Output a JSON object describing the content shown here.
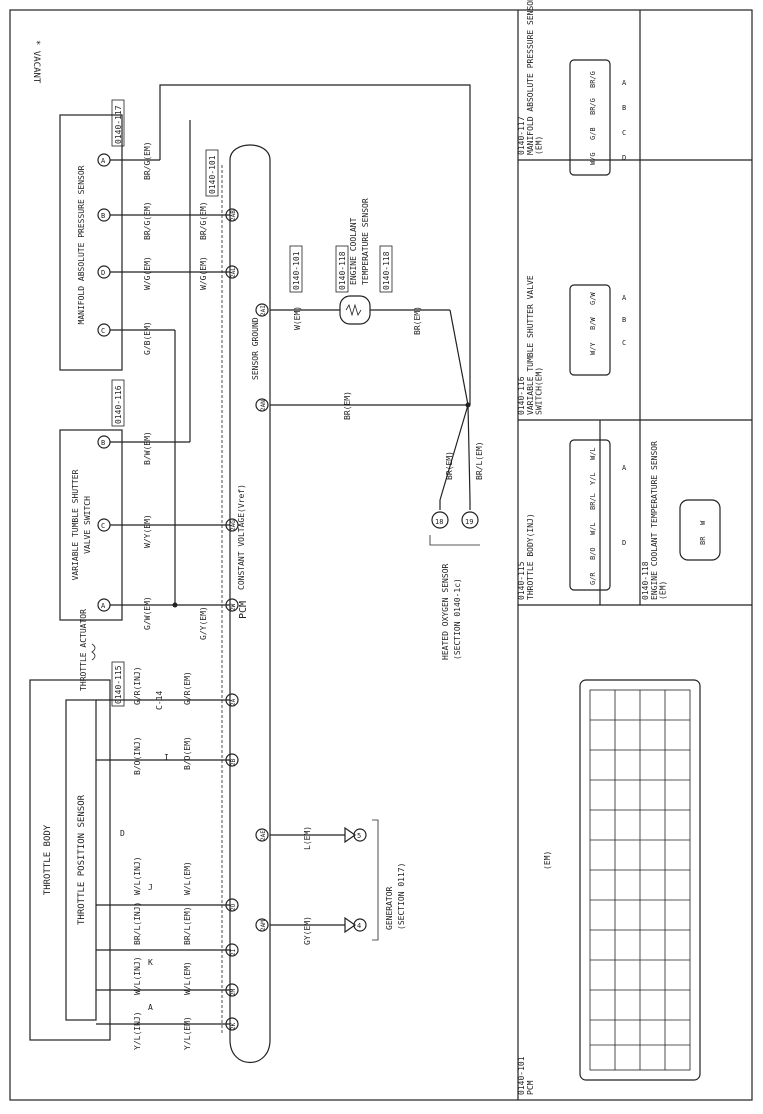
{
  "header": {
    "vacant_note": "* VACANT",
    "throttle_body_title": "THROTTLE BODY",
    "pcm_label": "PCM"
  },
  "components": {
    "throttle_position_sensor": "THROTTLE POSITION SENSOR",
    "throttle_actuator": "THROTTLE ACTUATOR",
    "vtv_switch_line1": "VARIABLE TUMBLE SHUTTER",
    "vtv_switch_line2": "VALVE SWITCH",
    "map_sensor": "MANIFOLD ABSOLUTE PRESSURE SENSOR",
    "ect_sensor_line1": "ENGINE COOLANT",
    "ect_sensor_line2": "TEMPERATURE SENSOR",
    "heated_o2_line1": "HEATED OXYGEN SENSOR",
    "heated_o2_line2": "(SECTION 0140-1c)",
    "generator_line1": "GENERATOR",
    "generator_line2": "(SECTION 0117)",
    "sensor_ground": "SENSOR GROUND",
    "constant_voltage": "CONSTANT VOLTAGE(Vref)"
  },
  "connectors": {
    "c115": "0140-115",
    "c116": "0140-116",
    "c117": "0140-117",
    "c101a": "0140-101",
    "c101b": "0140-101",
    "c118a": "0140-118",
    "c118b": "0140-118",
    "c14": "C-14"
  },
  "pins": {
    "tps": [
      {
        "wire": "Y/L(INJ)",
        "pcm_wire": "Y/L(EM)",
        "pcm_pin": "2K"
      },
      {
        "wire": "W/L(INJ)",
        "pcm_wire": "W/L(EM)",
        "pcm_pin": "2M"
      },
      {
        "wire": "BR/L(INJ)",
        "pcm_wire": "BR/L(EM)",
        "pcm_pin": "2I"
      },
      {
        "wire": "W/L(INJ)",
        "pcm_wire": "W/L(EM)",
        "pcm_pin": "2O"
      },
      {
        "wire": "B/O(INJ)",
        "pcm_wire": "B/O(EM)",
        "pcm_pin": "2B"
      },
      {
        "wire": "G/R(INJ)",
        "pcm_wire": "G/R(EM)",
        "pcm_pin": "2A"
      }
    ],
    "vtv": [
      {
        "pin": "A",
        "wire": "G/W(EM)",
        "pcm_wire": "G/Y(EM)",
        "pcm_pin": "2W"
      },
      {
        "pin": "C",
        "wire": "W/Y(EM)",
        "pcm_pin": "2AG"
      },
      {
        "pin": "B",
        "wire": "B/W(EM)"
      }
    ],
    "map": [
      {
        "pin": "C",
        "wire": "G/B(EM)"
      },
      {
        "pin": "D",
        "wire": "W/G(EM)",
        "pcm_wire": "W/G(EM)",
        "pcm_pin": "2AL"
      },
      {
        "pin": "B",
        "wire": "BR/G(EM)",
        "pcm_wire": "BR/G(EM)",
        "pcm_pin": "2AB"
      },
      {
        "pin": "A",
        "wire": "BR/G(EM)"
      }
    ],
    "ect": {
      "wire1": "W(EM)",
      "wire2": "BR(EM)",
      "pcm_pin": "2AI"
    },
    "sensor_ground": {
      "wire": "BR(EM)",
      "pcm_pin": "2AN"
    },
    "generator": [
      {
        "wire": "L(EM)",
        "pcm_pin": "2AE",
        "node": "5"
      },
      {
        "wire": "GY(EM)",
        "pcm_pin": "2AM",
        "node": "4"
      }
    ],
    "heated_o2": [
      {
        "wire": "BR(EM)",
        "node": "18"
      },
      {
        "wire": "BR/L(EM)",
        "node": "19"
      }
    ],
    "junction_labels": [
      "A",
      "K",
      "J",
      "I",
      "D"
    ]
  },
  "legend": {
    "pcm_title": "0140-101\nPCM",
    "pcm_em": "(EM)",
    "throttle_body": "0140-115\nTHROTTLE BODY(INJ)",
    "ect": "0140-118\nENGINE COOLANT TEMPERATURE SENSOR\n(EM)",
    "vtv": "0140-116\nVARIABLE TUMBLE SHUTTER VALVE\nSWITCH(EM)",
    "map": "0140-117\nMANIFOLD ABSOLUTE PRESSURE SENSOR\n(EM)",
    "tb_pins": [
      "G/R",
      "B/O",
      "W/L",
      "BR/L",
      "Y/L",
      "W/L"
    ],
    "tb_letters": [
      "D",
      "A"
    ],
    "ect_pins": [
      "BR",
      "W"
    ],
    "vtv_pins": [
      "W/Y",
      "B/W",
      "G/W"
    ],
    "vtv_letters": [
      "C",
      "B",
      "A"
    ],
    "map_pins": [
      "W/G",
      "G/B",
      "BR/G",
      "BR/G"
    ],
    "map_letters": [
      "D",
      "C",
      "B",
      "A"
    ]
  }
}
